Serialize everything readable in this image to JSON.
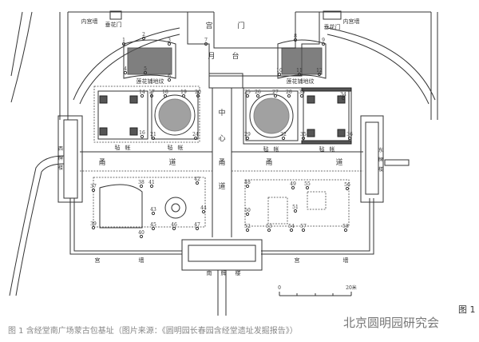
{
  "labels": {
    "palace_gate": [
      "宫",
      "门"
    ],
    "moon_terrace": [
      "月",
      "台"
    ],
    "inner_wall_left": "内宫墙",
    "inner_wall_right": "内宫墙",
    "floral_gate_left": "垂花门",
    "floral_gate_right": "垂花门",
    "lotus_paving_left": "莲花铺地纹",
    "lotus_paving_right": "莲花铺地纹",
    "yurt": [
      "毡",
      "帐",
      "毡",
      "帐",
      "毡",
      "帐",
      "毡",
      "帐"
    ],
    "walkway_left": [
      "甬",
      "道"
    ],
    "walkway_right": [
      "甬",
      "道"
    ],
    "central_walkway": [
      "中",
      "心",
      "甬",
      "道"
    ],
    "west_archway": [
      "西",
      "牌",
      "楼"
    ],
    "east_archway": [
      "东",
      "牌",
      "楼"
    ],
    "palace_wall_left": [
      "宫",
      "墙"
    ],
    "palace_wall_right": [
      "宫",
      "墙"
    ],
    "south_archway": [
      "南",
      "牌",
      "楼"
    ]
  },
  "point_numbers": [
    "1",
    "2",
    "3",
    "4",
    "5",
    "6",
    "7",
    "8",
    "9",
    "10",
    "11",
    "12",
    "14",
    "17",
    "18",
    "19",
    "20",
    "16",
    "21",
    "24",
    "25",
    "26",
    "27",
    "28",
    "33",
    "34",
    "29",
    "32",
    "35",
    "36",
    "37",
    "38",
    "41",
    "42",
    "43",
    "44",
    "39",
    "40",
    "45",
    "46",
    "47",
    "48",
    "49",
    "55",
    "56",
    "50",
    "51",
    "52",
    "53",
    "54",
    "57",
    "58"
  ],
  "scale": {
    "start": "0",
    "end": "20米"
  },
  "figure_tag": "图 1",
  "caption": "图 1   含经堂南广场蒙古包基址（图片来源：《圆明园长春园含经堂遗址发掘报告》）",
  "watermark": "北京圆明园研究会"
}
